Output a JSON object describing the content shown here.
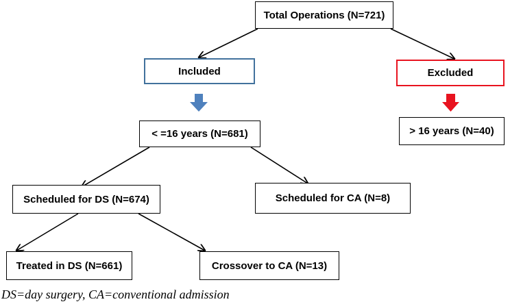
{
  "diagram": {
    "nodes": {
      "total": "Total Operations (N=721)",
      "included": "Included",
      "excluded": "Excluded",
      "age_under_16": "< =16 years (N=681)",
      "age_over_16": "> 16 years (N=40)",
      "scheduled_ds": "Scheduled for DS (N=674)",
      "scheduled_ca": "Scheduled for CA (N=8)",
      "treated_ds": "Treated in DS (N=661)",
      "crossover_ca": "Crossover to CA (N=13)"
    },
    "colors": {
      "included_border": "#41719c",
      "excluded_border": "#e8131f",
      "included_arrow": "#4f81bd",
      "excluded_arrow": "#e8131f"
    }
  },
  "caption": "DS=day surgery, CA=conventional admission"
}
